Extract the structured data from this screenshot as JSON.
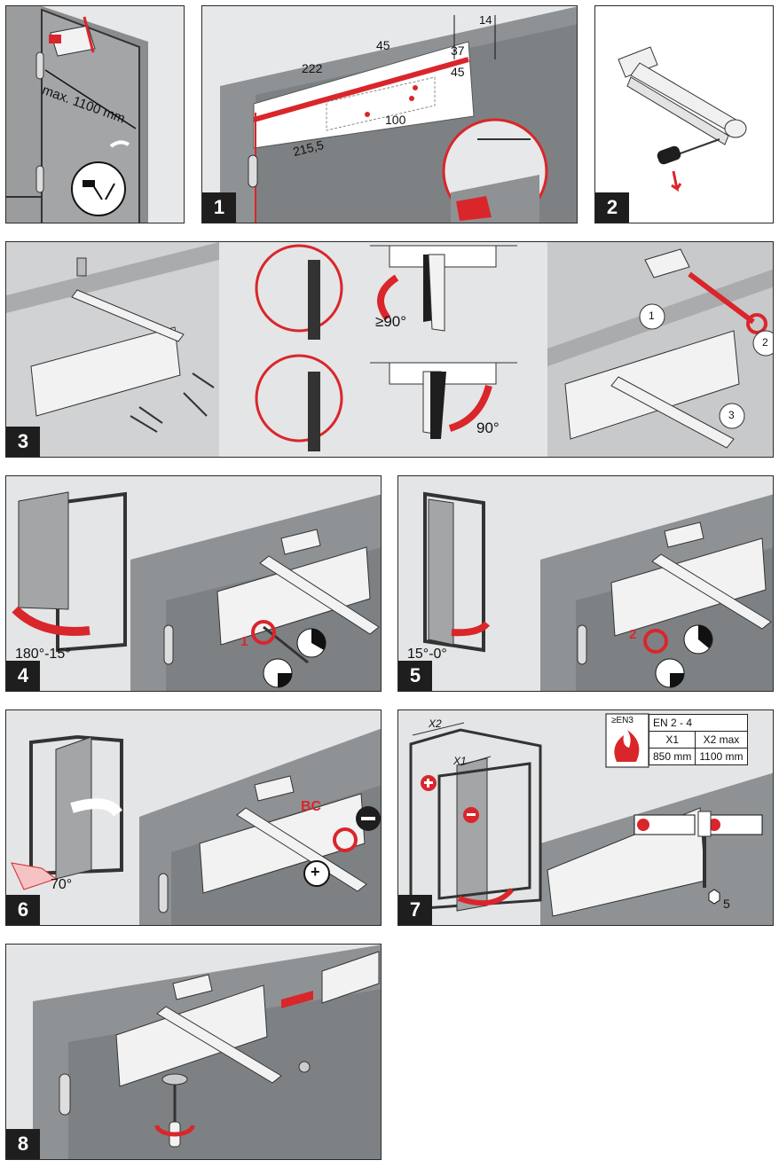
{
  "steps": [
    {
      "number": "",
      "labels": {
        "height": "max. 1100 mm"
      }
    },
    {
      "number": "1",
      "labels": {
        "d222": "222",
        "d45a": "45",
        "d14": "14",
        "d37": "37",
        "d45b": "45",
        "d100": "100",
        "d215": "215,5"
      }
    },
    {
      "number": "2"
    },
    {
      "number": "3",
      "labels": {
        "angle1": "≥90°",
        "angle2": "90°",
        "c1": "1",
        "c2": "2",
        "c3": "3"
      }
    },
    {
      "number": "4",
      "labels": {
        "range": "180°-15°",
        "screw": "1"
      }
    },
    {
      "number": "5",
      "labels": {
        "range": "15°-0°",
        "screw": "2"
      }
    },
    {
      "number": "6",
      "labels": {
        "angle": "70°",
        "bc": "BC",
        "plus": "+",
        "minus": "−"
      }
    },
    {
      "number": "7",
      "labels": {
        "x2": "X2",
        "x1": "X1",
        "hex": "5"
      },
      "table": {
        "std": "≥EN3",
        "header": "EN 2 - 4",
        "col1": "X1",
        "col2": "X2 max",
        "val1": "850 mm",
        "val2": "1100 mm"
      }
    },
    {
      "number": "8"
    }
  ],
  "colors": {
    "accent": "#d9262b",
    "panel": "#d9dadb",
    "wall": "#8f9294",
    "dark": "#1e1e1e"
  }
}
